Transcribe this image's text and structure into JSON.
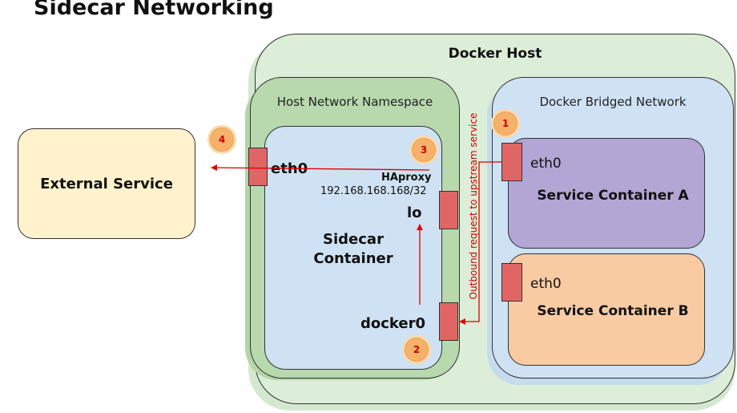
{
  "title": "Sidecar Networking",
  "docker_host": {
    "label": "Docker Host"
  },
  "host_namespace": {
    "label": "Host Network Namespace"
  },
  "bridged_network": {
    "label": "Docker Bridged Network"
  },
  "external_service": {
    "label": "External Service"
  },
  "sidecar": {
    "label_line1": "Sidecar",
    "label_line2": "Container",
    "eth0": "eth0",
    "haproxy": "HAproxy",
    "ip": "192.168.168.168/32",
    "lo": "lo",
    "docker0": "docker0"
  },
  "service_a": {
    "iface": "eth0",
    "label": "Service Container A"
  },
  "service_b": {
    "iface": "eth0",
    "label": "Service Container B"
  },
  "flow_label": "Outbound request to upstream service",
  "steps": [
    "1",
    "2",
    "3",
    "4"
  ],
  "colors": {
    "arrow": "#e00000",
    "port": "#e06666",
    "badge": "#f6b26b"
  }
}
